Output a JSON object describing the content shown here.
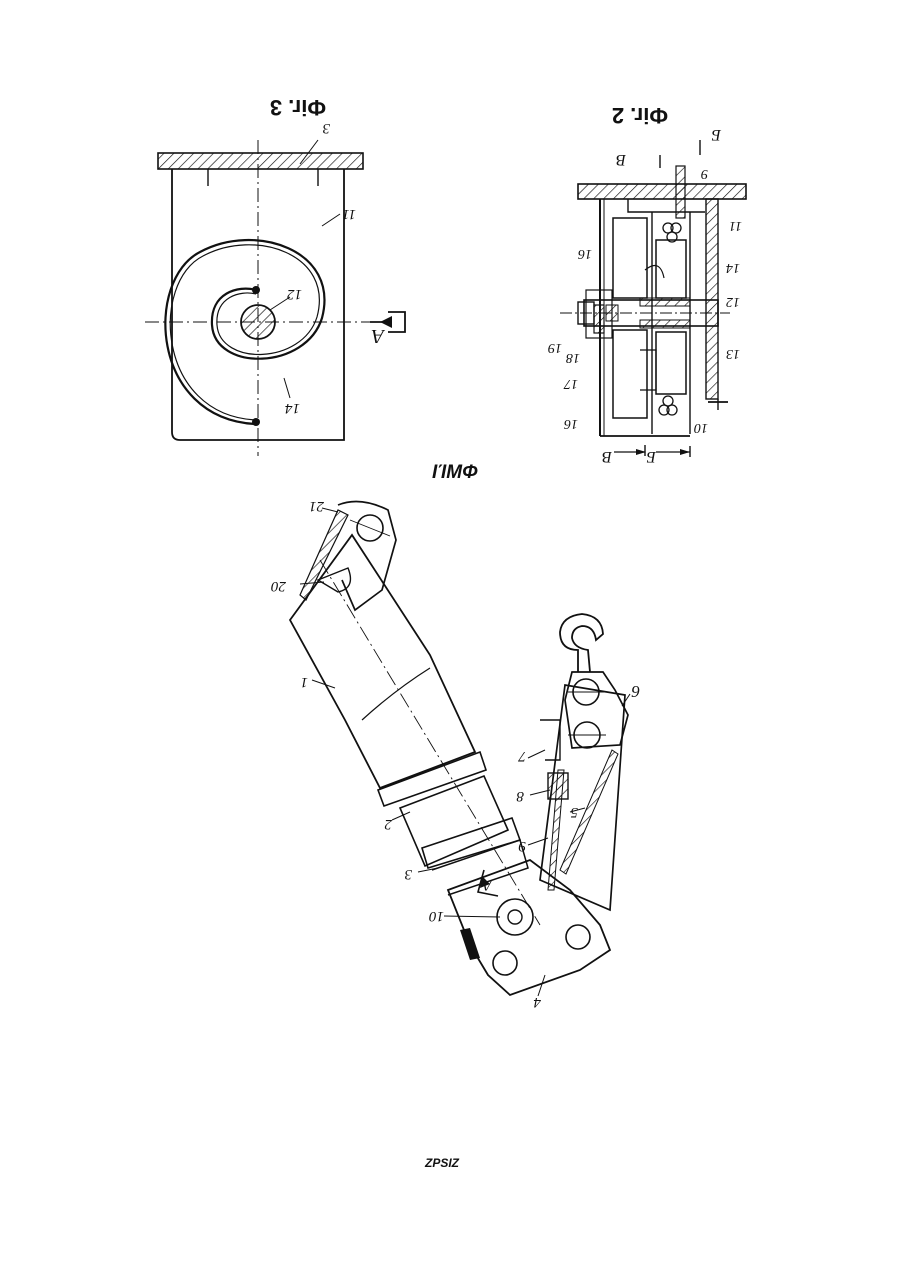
{
  "page": {
    "title": "Document page — patent drawing sheet",
    "header_caption": "ΙΊΜΦ",
    "footer_caption": "ZPSIZ"
  },
  "figures": {
    "fig3": {
      "title": "Фіг. 3",
      "labels": {
        "plate": "3",
        "body": "11",
        "shaft": "12",
        "spring": "14",
        "section": "A"
      }
    },
    "fig2": {
      "title": "Фіг. 2",
      "labels": {
        "cable": "9",
        "housing": "11",
        "drum": "16",
        "drum_right": "14",
        "shaft": "12",
        "nut": "19",
        "washer": "18",
        "cap": "17",
        "drum_bottom": "16",
        "bearing": "13",
        "rollers": "10",
        "section_b_top": "Б",
        "section_v_top": "В",
        "section_b_bottom": "Б",
        "section_v_bottom": "В"
      }
    },
    "fig1": {
      "labels": {
        "top_link": "21",
        "lever": "20",
        "tube": "1",
        "sleeve": "2",
        "collar": "3",
        "pivot": "10",
        "knuckle": "4",
        "hook_block": "6",
        "latch": "7",
        "lock": "8",
        "plate5": "5",
        "cable9": "9",
        "section": "A"
      }
    }
  }
}
